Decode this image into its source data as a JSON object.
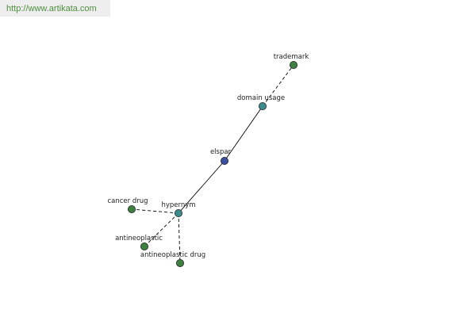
{
  "banner": {
    "url": "http://www.artikata.com"
  },
  "colors": {
    "center_node": "#3b4fa0",
    "relation_node": "#3d8c8c",
    "leaf_node": "#3f7f3f",
    "edge": "#000000"
  },
  "nodes": {
    "elspar": {
      "label": "elspar",
      "kind": "center"
    },
    "domain_usage": {
      "label": "domain usage",
      "kind": "relation"
    },
    "trademark": {
      "label": "trademark",
      "kind": "leaf"
    },
    "hypernym": {
      "label": "hypernym",
      "kind": "relation"
    },
    "cancer_drug": {
      "label": "cancer drug",
      "kind": "leaf"
    },
    "antineoplastic": {
      "label": "antineoplastic",
      "kind": "leaf"
    },
    "antineoplastic_drug": {
      "label": "antineoplastic drug",
      "kind": "leaf"
    }
  },
  "edges": [
    {
      "from": "elspar",
      "to": "domain_usage",
      "style": "solid"
    },
    {
      "from": "elspar",
      "to": "hypernym",
      "style": "solid"
    },
    {
      "from": "domain_usage",
      "to": "trademark",
      "style": "dashed"
    },
    {
      "from": "hypernym",
      "to": "cancer_drug",
      "style": "dashed"
    },
    {
      "from": "hypernym",
      "to": "antineoplastic",
      "style": "dashed"
    },
    {
      "from": "hypernym",
      "to": "antineoplastic_drug",
      "style": "dashed"
    }
  ]
}
